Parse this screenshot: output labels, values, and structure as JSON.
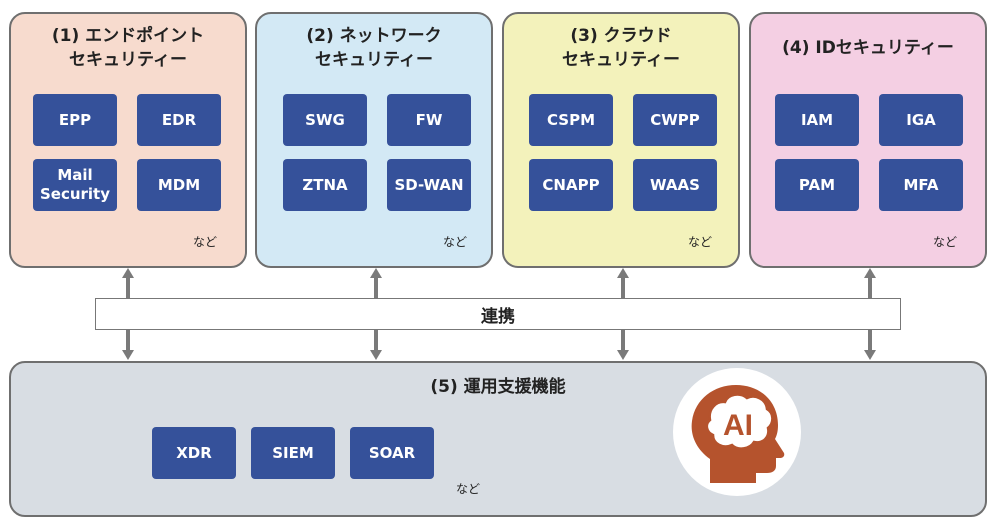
{
  "panels": [
    {
      "title": "(1) エンドポイント\nセキュリティー",
      "items": [
        "EPP",
        "EDR",
        "Mail\nSecurity",
        "MDM"
      ],
      "etc": "など"
    },
    {
      "title": "(2) ネットワーク\nセキュリティー",
      "items": [
        "SWG",
        "FW",
        "ZTNA",
        "SD-WAN"
      ],
      "etc": "など"
    },
    {
      "title": "(3) クラウド\nセキュリティー",
      "items": [
        "CSPM",
        "CWPP",
        "CNAPP",
        "WAAS"
      ],
      "etc": "など"
    },
    {
      "title": "(4) IDセキュリティー",
      "items": [
        "IAM",
        "IGA",
        "PAM",
        "MFA"
      ],
      "etc": "など"
    }
  ],
  "link_label": "連携",
  "operations": {
    "title": "(5) 運用支援機能",
    "items": [
      "XDR",
      "SIEM",
      "SOAR"
    ],
    "etc": "など",
    "icon": "ai-head-icon",
    "icon_text": "AI"
  },
  "colors": {
    "panel_1": "#f7dbce",
    "panel_2": "#d3e9f5",
    "panel_3": "#f3f2bb",
    "panel_4": "#f4cfe3",
    "panel_5": "#d8dde3",
    "chip": "#35519a",
    "ai_icon": "#b5532d"
  }
}
